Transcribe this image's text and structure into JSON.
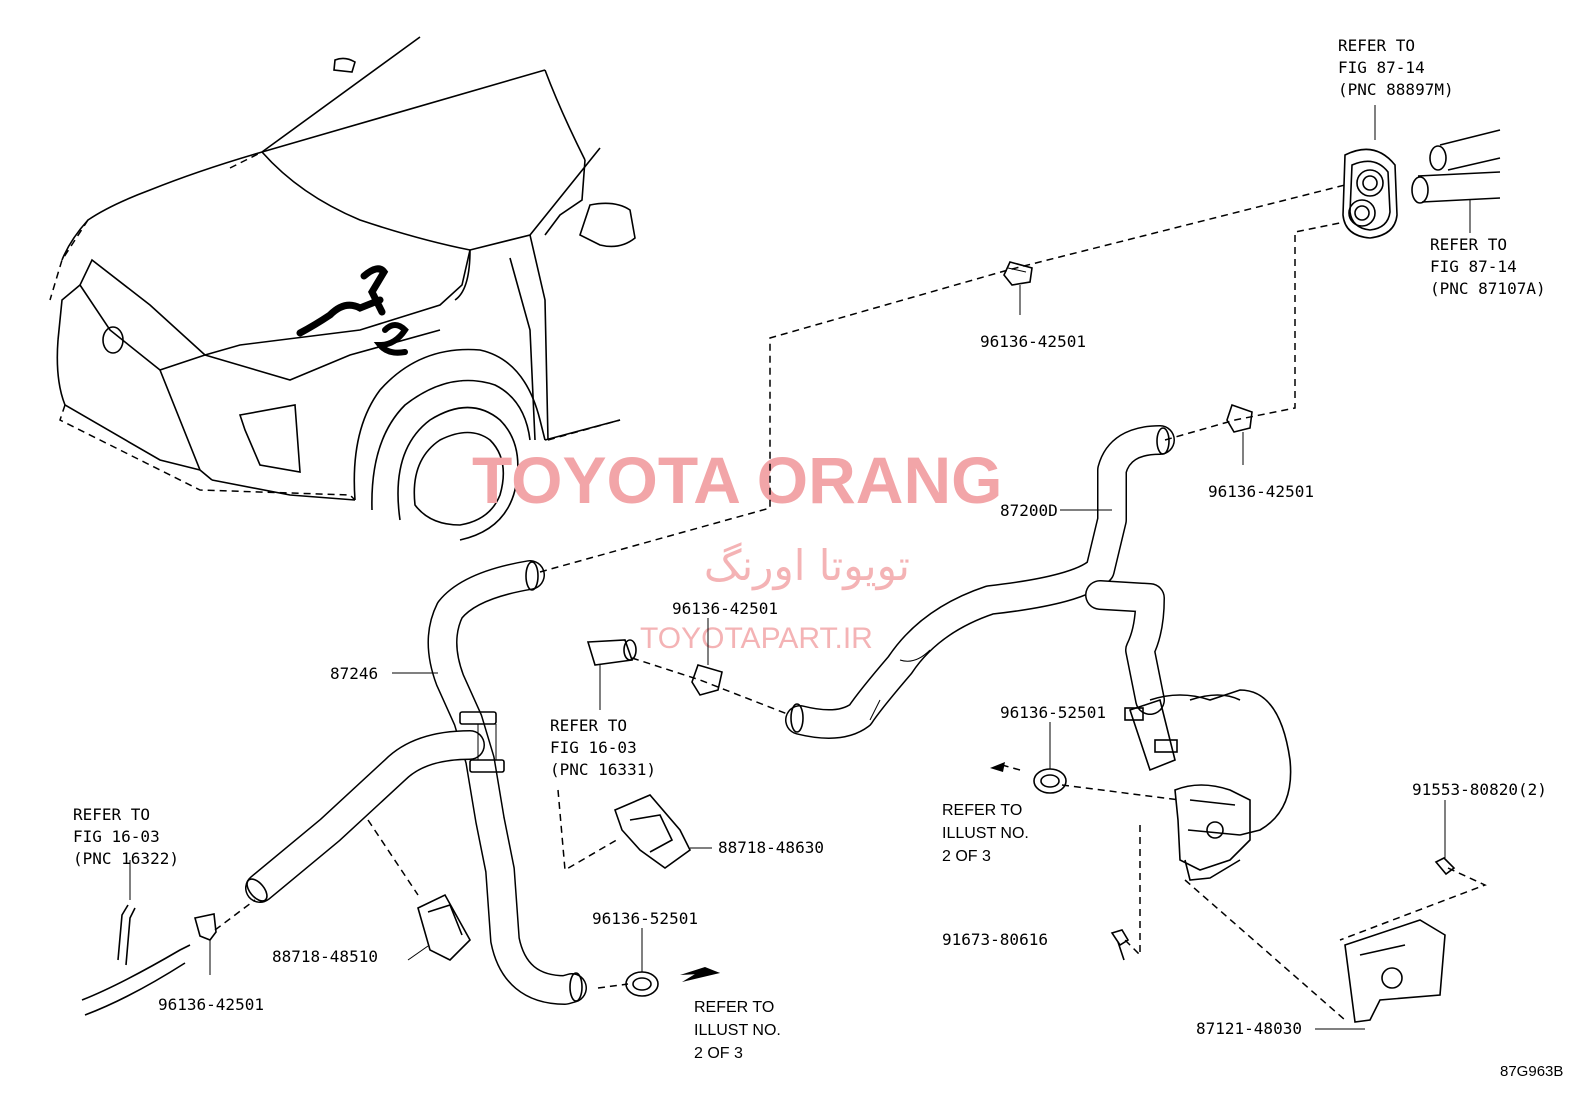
{
  "watermark": {
    "title": "TOYOTA ORANG",
    "persian": "تویوتا اورنگ",
    "url": "TOYOTAPART.IR"
  },
  "diagram_code": "87G963B",
  "parts": {
    "p87246": "87246",
    "p87200d": "87200D",
    "p96136_42501_top": "96136-42501",
    "p96136_42501_right": "96136-42501",
    "p96136_42501_mid": "96136-42501",
    "p96136_42501_left": "96136-42501",
    "p96136_52501_right": "96136-52501",
    "p96136_52501_bottom": "96136-52501",
    "p88718_48630": "88718-48630",
    "p88718_48510": "88718-48510",
    "p91553_80820": "91553-80820(2)",
    "p91673_80616": "91673-80616",
    "p87121_48030": "87121-48030"
  },
  "references": {
    "fig8714_top": [
      "REFER TO",
      "FIG 87-14",
      "(PNC 88897M)"
    ],
    "fig8714_right": [
      "REFER TO",
      "FIG 87-14",
      "(PNC 87107A)"
    ],
    "fig1603_mid": [
      "REFER TO",
      "FIG 16-03",
      "(PNC 16331)"
    ],
    "fig1603_left": [
      "REFER TO",
      "FIG 16-03",
      "(PNC 16322)"
    ],
    "illust_right": [
      "REFER TO",
      "ILLUST NO.",
      "2 OF 3"
    ],
    "illust_bottom": [
      "REFER TO",
      "ILLUST NO.",
      "2 OF 3"
    ]
  }
}
